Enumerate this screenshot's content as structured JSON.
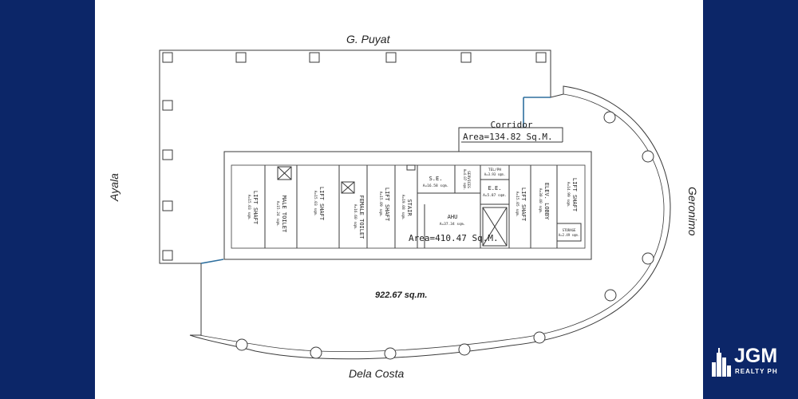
{
  "colors": {
    "navy": "#0c2668",
    "line": "#3a3a3a",
    "accent_line": "#2e6f9e",
    "background": "#ffffff"
  },
  "streets": {
    "north": "G. Puyat",
    "south": "Dela Costa",
    "west": "Ayala",
    "east": "Geronimo"
  },
  "corridor": {
    "label": "Corridor",
    "area": "Area=134.82 Sq.M."
  },
  "core_area": "Area=410.47 Sq.M.",
  "total_area": "922.67 sq.m.",
  "rooms": {
    "lift_shaft_1": "LIFT SHAFT",
    "lift_shaft_1_area": "A=15.03 sqm.",
    "male_toilet": "MALE TOILET",
    "male_toilet_area": "A=15.24 sqm.",
    "lift_shaft_2": "LIFT SHAFT",
    "lift_shaft_2_area": "A=15.03 sqm.",
    "female_toilet": "FEMALE TOILET",
    "female_toilet_area": "A=16.60 sqm.",
    "lift_shaft_3": "LIFT SHAFT",
    "lift_shaft_3_area": "A=15.09 sqm.",
    "stair": "STAIR",
    "stair_area": "A=19.08 sqm.",
    "se": "S.E.",
    "se_area": "A=16.58 sqm.",
    "services": "SERVICES",
    "services_area": "A=4.07 sqm.",
    "telephone": "TEL/PH",
    "telephone_area": "A=3.93 sqm.",
    "ee": "E.E.",
    "ee_area": "A=5.87 sqm.",
    "ahu": "AHU",
    "ahu_area": "A=37.34 sqm.",
    "lift_shaft_4": "LIFT SHAFT",
    "lift_shaft_4_area": "A=15.05 sqm.",
    "elev_lobby": "ELEV. LOBBY",
    "elev_lobby_area": "A=30.40 sqm.",
    "lift_shaft_5": "LIFT SHAFT",
    "lift_shaft_5_area": "A=14.99 sqm.",
    "storage": "STORAGE",
    "storage_area": "A=2.49 sqm."
  },
  "logo": {
    "brand": "JGM",
    "sub": "REALTY PH",
    "icon": "city-skyline-icon"
  }
}
